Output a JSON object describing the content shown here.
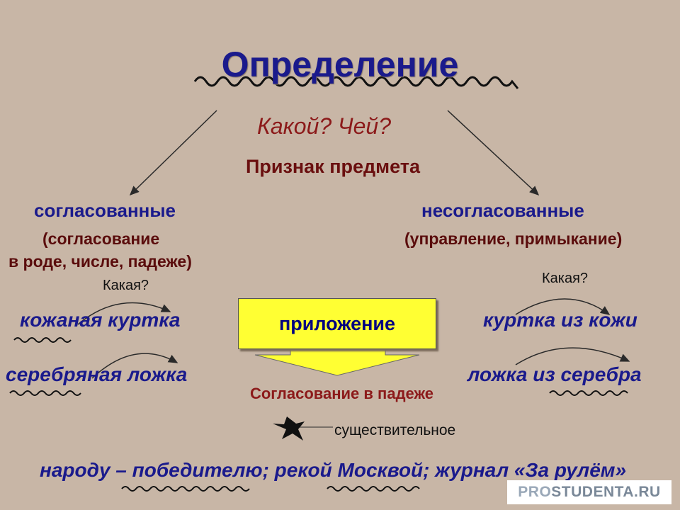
{
  "title": "Определение",
  "question": "Какой? Чей?",
  "feature": "Признак предмета",
  "left": {
    "heading": "согласованные",
    "note_line1": "(согласование",
    "note_line2": "в роде, числе, падеже)",
    "question": "Какая?",
    "phrase1": "кожаная куртка",
    "phrase2": "серебряная ложка"
  },
  "right": {
    "heading": "несогласованные",
    "note": "(управление, примыкание)",
    "question": "Какая?",
    "phrase1": "куртка из кожи",
    "phrase2": "ложка из серебра"
  },
  "center": {
    "box_label": "приложение",
    "box_color": "#ffff33",
    "agreement": "Согласование в падеже",
    "noun": "существительное"
  },
  "examples": "народу – победителю; рекой Москвой; журнал «За рулём»",
  "watermark": {
    "pro": "PRO",
    "rest": "STUDENTA.RU"
  },
  "colors": {
    "background": "#c8b6a6",
    "heading": "#1a1a8c",
    "accent": "#8c1a1a"
  }
}
